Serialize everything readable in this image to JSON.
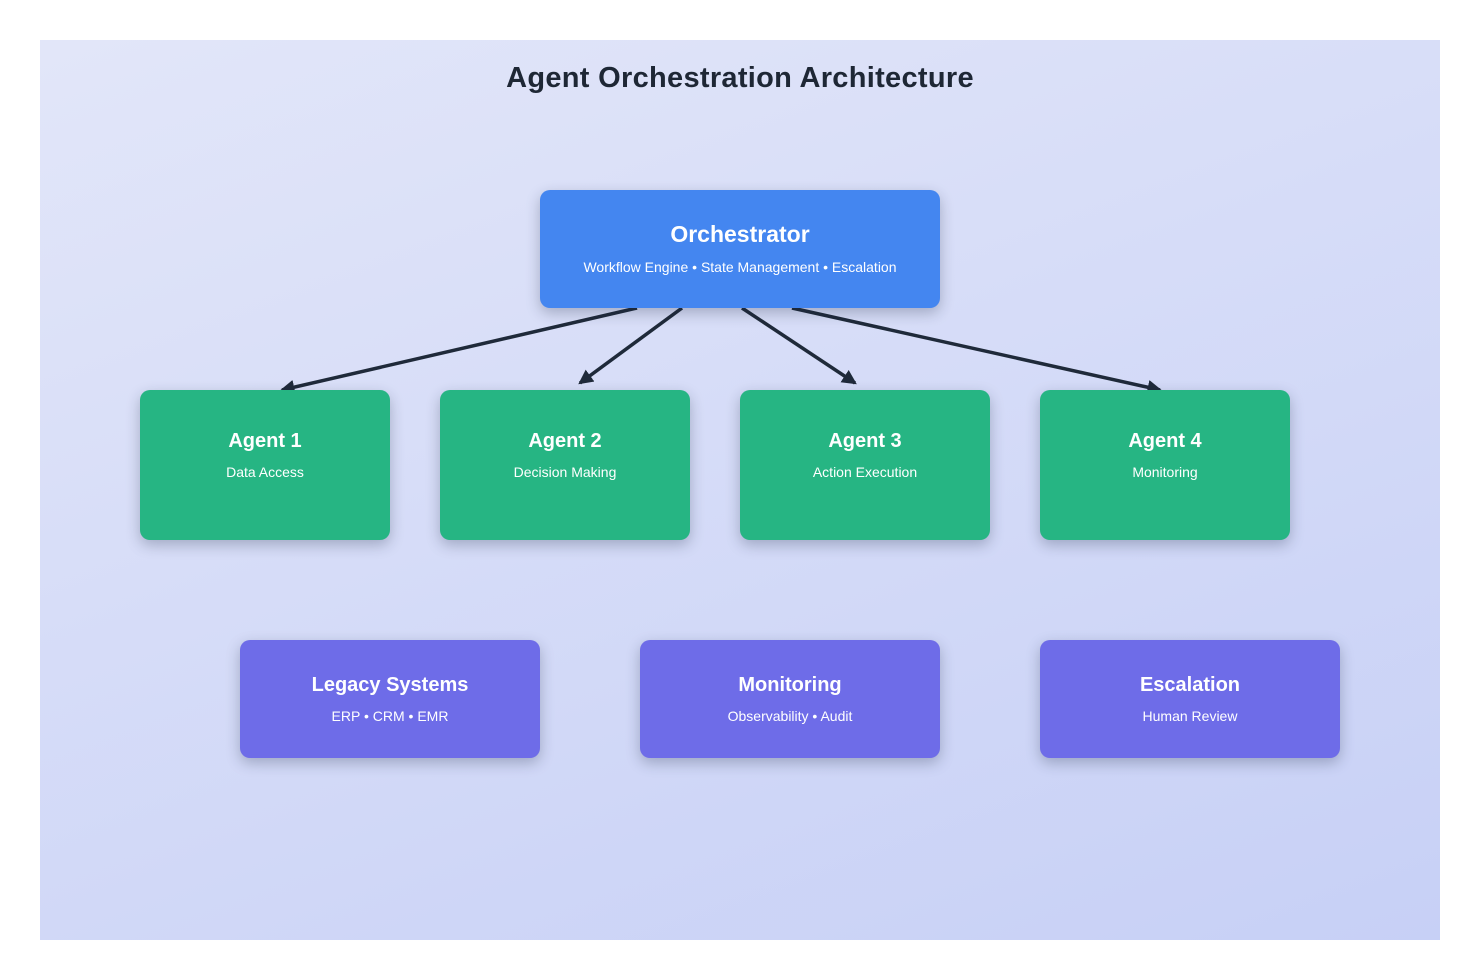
{
  "title": "Agent Orchestration Architecture",
  "colors": {
    "orchestrator": "#4486f0",
    "agent": "#26b583",
    "system": "#6e6ce8",
    "arrow": "#1f2a3a",
    "bg_start": "#e2e6f9",
    "bg_end": "#c7d0f6"
  },
  "orchestrator": {
    "title": "Orchestrator",
    "subtitle": "Workflow Engine • State Management • Escalation"
  },
  "agents": [
    {
      "title": "Agent 1",
      "subtitle": "Data Access"
    },
    {
      "title": "Agent 2",
      "subtitle": "Decision Making"
    },
    {
      "title": "Agent 3",
      "subtitle": "Action Execution"
    },
    {
      "title": "Agent 4",
      "subtitle": "Monitoring"
    }
  ],
  "systems": [
    {
      "title": "Legacy Systems",
      "subtitle": "ERP • CRM • EMR"
    },
    {
      "title": "Monitoring",
      "subtitle": "Observability • Audit"
    },
    {
      "title": "Escalation",
      "subtitle": "Human Review"
    }
  ]
}
